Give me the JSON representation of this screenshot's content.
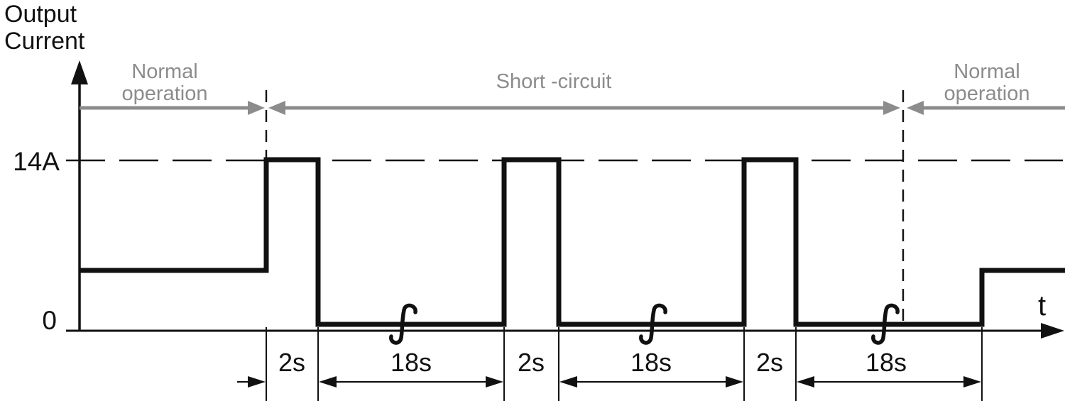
{
  "colors": {
    "ink": "#111111",
    "gray": "#8c8c8c",
    "background": "#ffffff"
  },
  "y_axis": {
    "title_line1": "Output",
    "title_line2": "Current",
    "peak_label": "14A",
    "zero_label": "0"
  },
  "x_axis": {
    "label": "t"
  },
  "regions": {
    "left": {
      "line1": "Normal",
      "line2": "operation"
    },
    "middle": {
      "label": "Short -circuit"
    },
    "right": {
      "line1": "Normal",
      "line2": "operation"
    }
  },
  "durations": [
    "2s",
    "18s",
    "2s",
    "18s",
    "2s",
    "18s"
  ],
  "icons": {
    "line_break": "integral-squiggle-break-mark"
  },
  "waveform": {
    "peak_current": "14A",
    "zero_level": "0",
    "pulse_on_time": "2s",
    "pulse_off_time": "18s",
    "pulse_count": 3,
    "phases": [
      "Normal operation",
      "Short -circuit",
      "Normal operation"
    ]
  }
}
